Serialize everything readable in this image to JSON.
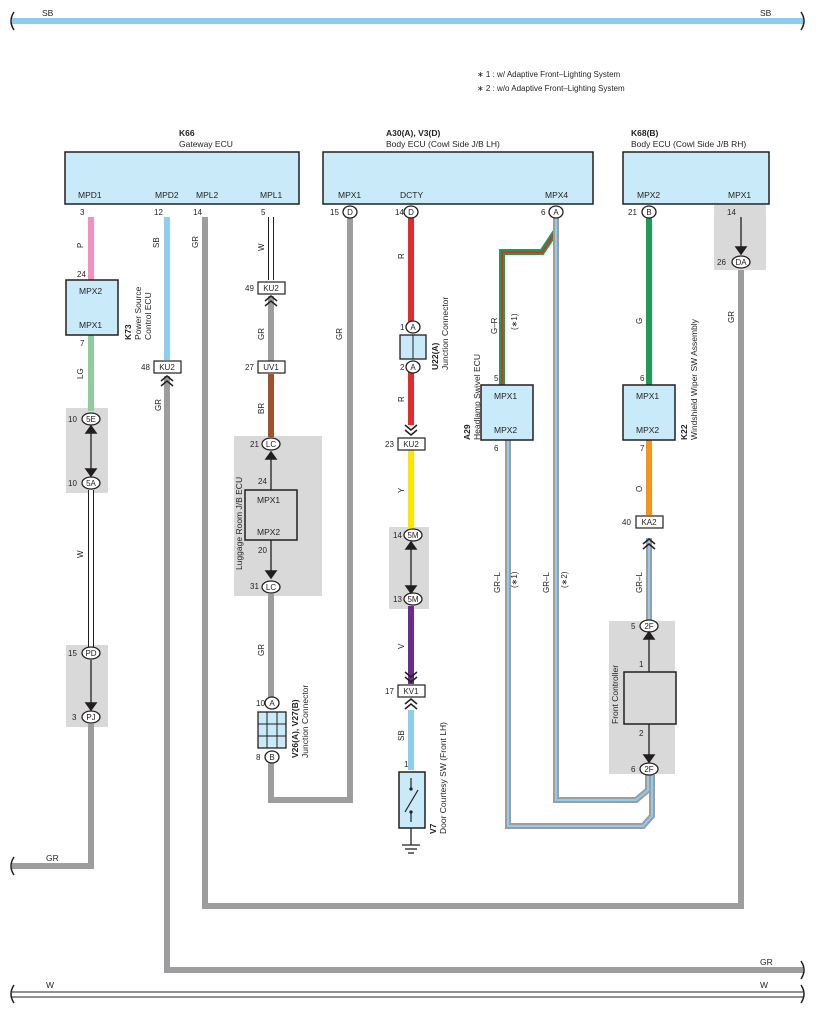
{
  "bus": {
    "sb_left": "SB",
    "sb_right": "SB",
    "gr_left": "GR",
    "gr_right": "GR",
    "w_left": "W",
    "w_right": "W"
  },
  "notes": {
    "n1": "∗ 1 : w/ Adaptive Front–Lighting System",
    "n2": "∗ 2 : w/o Adaptive Front–Lighting System"
  },
  "colors": {
    "SB": "#8ccdf0",
    "GR": "#9d9d9f",
    "P": "#f48fbf",
    "LG": "#8fcd9e",
    "W": "#ffffff",
    "BR": "#a0522d",
    "R": "#e32b2b",
    "Y": "#ffe600",
    "V": "#6a2b91",
    "G": "#1a9e54",
    "O": "#f7941d",
    "box": "#c9eaf8",
    "panel": "#d9d9da"
  },
  "ecu_k66": {
    "code": "K66",
    "name": "Gateway ECU",
    "pins": {
      "mpd1": "MPD1",
      "mpd2": "MPD2",
      "mpl2": "MPL2",
      "mpl1": "MPL1"
    },
    "pin_nums": {
      "mpd1": "3",
      "mpd2": "12",
      "mpl2": "14",
      "mpl1": "5"
    }
  },
  "ecu_a30": {
    "code": "A30(A), V3(D)",
    "name": "Body ECU (Cowl Side J/B LH)",
    "pins": {
      "mpx1": "MPX1",
      "dcty": "DCTY",
      "mpx4": "MPX4"
    },
    "pin_nums": {
      "mpx1": "15",
      "dcty": "14",
      "mpx4": "6"
    },
    "pin_conn": {
      "mpx1": "D",
      "dcty": "D",
      "mpx4": "A"
    }
  },
  "ecu_k68": {
    "code": "K68(B)",
    "name": "Body ECU (Cowl Side J/B RH)",
    "pins": {
      "mpx2": "MPX2",
      "mpx1": "MPX1"
    },
    "pin_nums": {
      "mpx2": "21",
      "mpx1": "14"
    },
    "pin_conn": {
      "mpx2": "B"
    }
  },
  "k73": {
    "code": "K73",
    "name1": "Power Source",
    "name2": "Control ECU",
    "p1": "MPX2",
    "p2": "MPX1",
    "n1": "24",
    "n2": "7"
  },
  "lug": {
    "name": "Luggage Room J/B ECU",
    "p1": "MPX1",
    "p2": "MPX2",
    "n1": "24",
    "n2": "20",
    "c1n": "21",
    "c1": "LC",
    "c2n": "31",
    "c2": "LC"
  },
  "u22": {
    "code": "U22(A)",
    "name": "Junction Connector",
    "n1": "1",
    "n2": "2",
    "c": "A"
  },
  "v26": {
    "code": "V26(A), V27(B)",
    "name": "Junction Connector",
    "n1": "10",
    "n2": "8",
    "c1": "A",
    "c2": "B"
  },
  "a29": {
    "code": "A29",
    "name": "Headlamp Swivel ECU",
    "p1": "MPX1",
    "p2": "MPX2",
    "n1": "5",
    "n2": "6"
  },
  "k22": {
    "code": "K22",
    "name": "Windshield Wiper SW Assembly",
    "p1": "MPX1",
    "p2": "MPX2",
    "n1": "6",
    "n2": "7"
  },
  "front": {
    "name": "Front Controller",
    "n1": "1",
    "n2": "2",
    "c1n": "5",
    "c2n": "6",
    "c": "2F"
  },
  "v7": {
    "code": "V7",
    "name": "Door Courtesy SW (Front LH)",
    "n1": "1"
  },
  "connectors": {
    "ku2_a": {
      "num": "49",
      "name": "KU2"
    },
    "ku2_b": {
      "num": "48",
      "name": "KU2"
    },
    "uv1": {
      "num": "27",
      "name": "UV1"
    },
    "ku2_c": {
      "num": "23",
      "name": "KU2"
    },
    "kv1": {
      "num": "17",
      "name": "KV1"
    },
    "ka2": {
      "num": "40",
      "name": "KA2"
    },
    "e5": {
      "num": "10",
      "name": "5E"
    },
    "a5": {
      "num": "10",
      "name": "5A"
    },
    "pd": {
      "num": "15",
      "name": "PD"
    },
    "pj": {
      "num": "3",
      "name": "PJ"
    },
    "m5a": {
      "num": "14",
      "name": "5M"
    },
    "m5b": {
      "num": "13",
      "name": "5M"
    },
    "da": {
      "num": "26",
      "name": "DA"
    }
  },
  "wires": {
    "p": "P",
    "lg": "LG",
    "w": "W",
    "sb": "SB",
    "gr": "GR",
    "w2": "W",
    "gr2": "GR",
    "br": "BR",
    "gr3": "GR",
    "gr4": "GR",
    "r1": "R",
    "r2": "R",
    "y": "Y",
    "v": "V",
    "sb2": "SB",
    "gr_r": "G–R",
    "star1": "(∗1)",
    "grl1": "GR–L",
    "star1b": "(∗1)",
    "grl2": "GR–L",
    "star2": "(∗2)",
    "g": "G",
    "o": "O",
    "grl3": "GR–L",
    "gr5": "GR"
  }
}
